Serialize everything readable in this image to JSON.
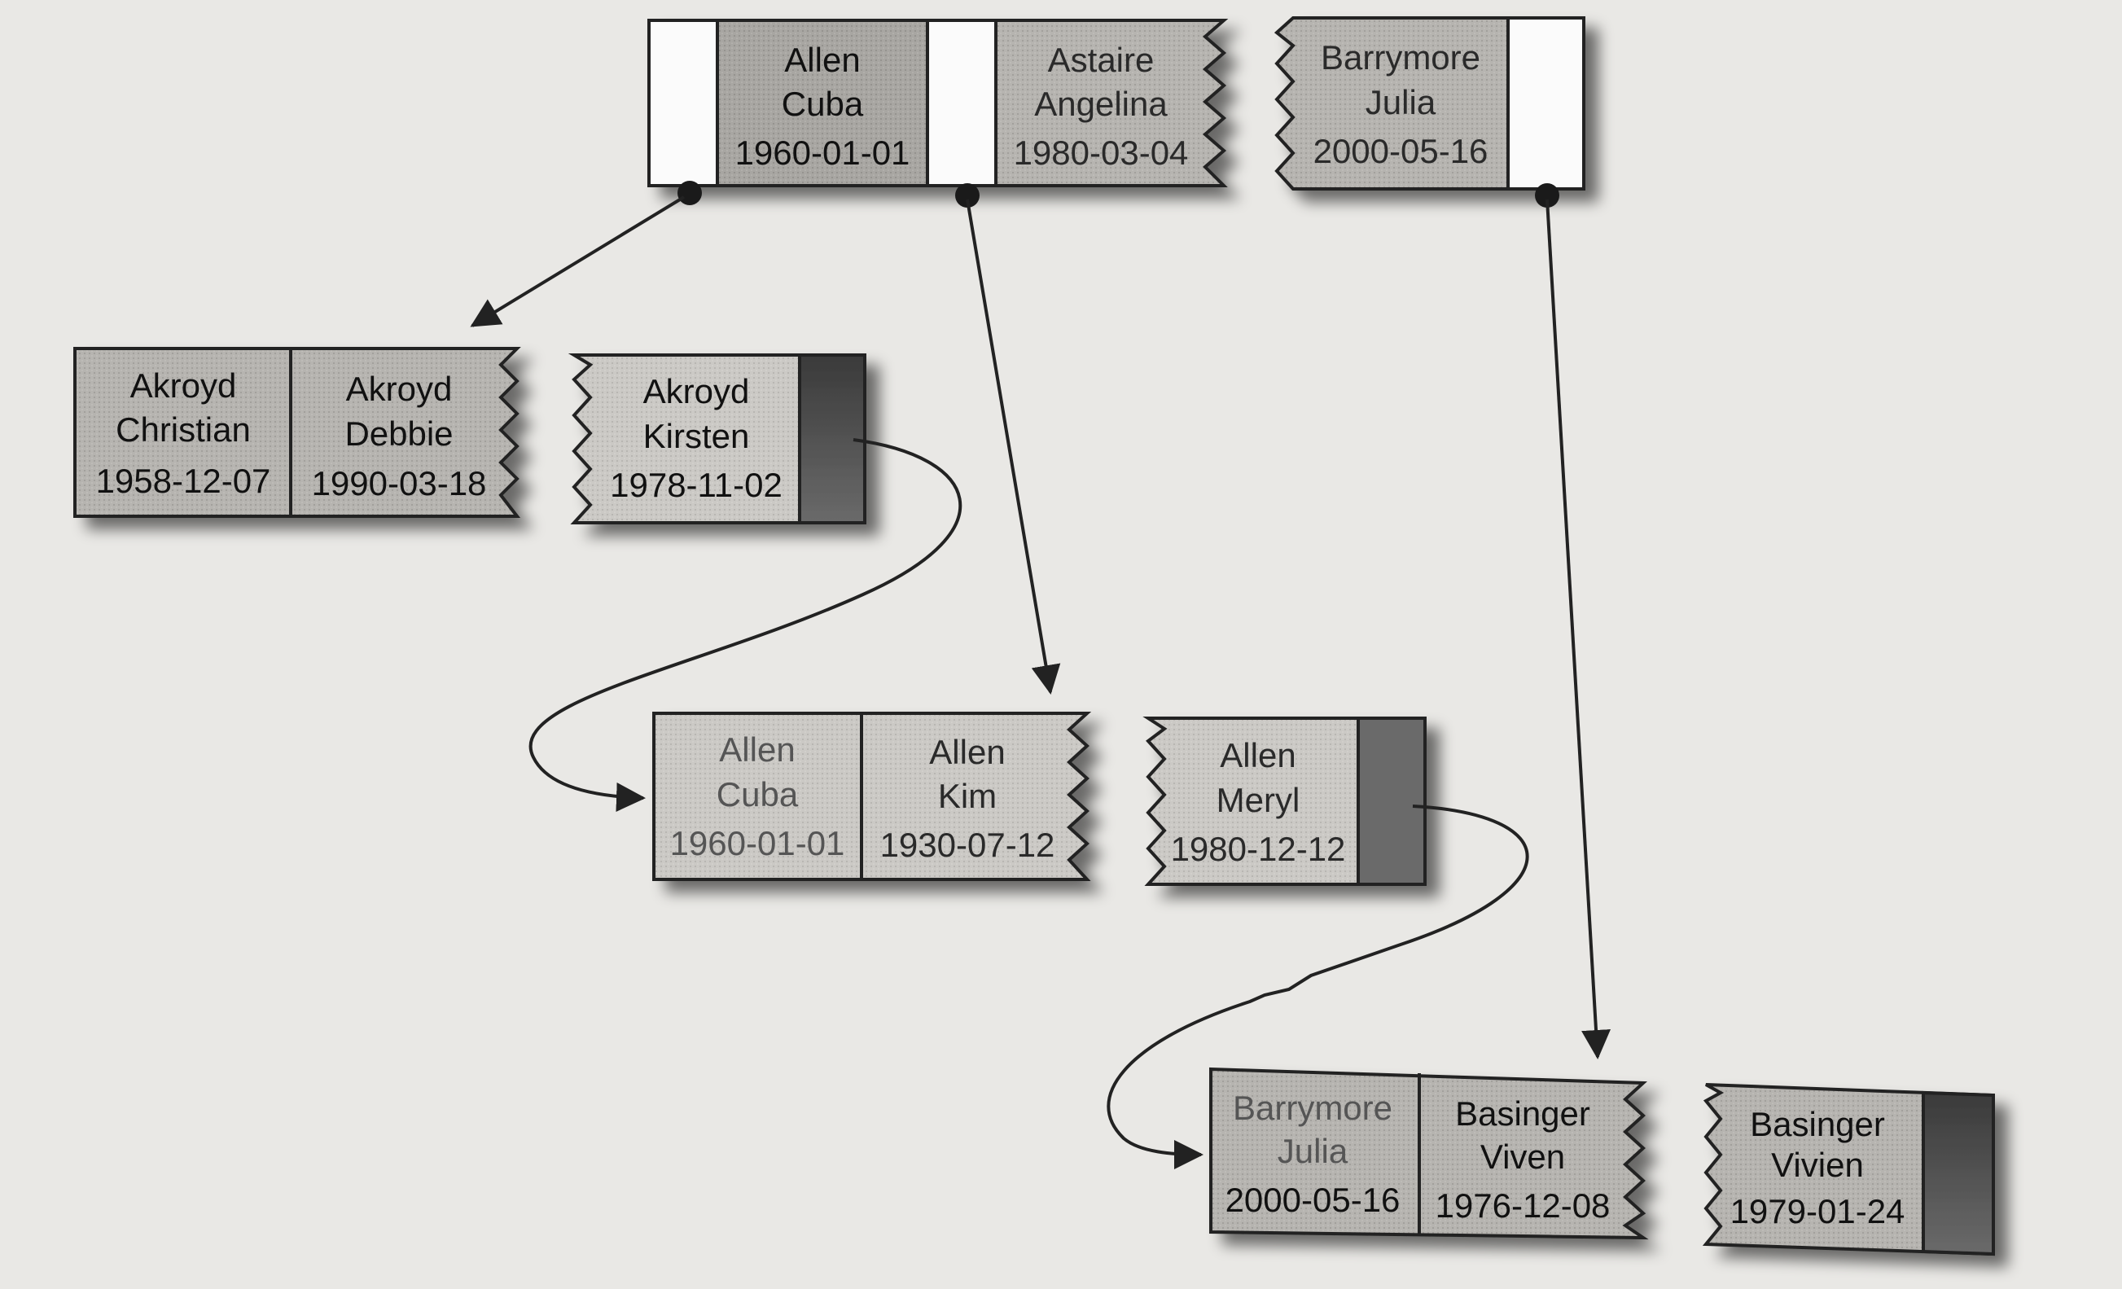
{
  "title": "",
  "colors": {
    "background": "#e9e8e5",
    "cell_dark": "#a9a7a3",
    "cell_light": "#c9c7c3",
    "cell_white": "#fbfbfb",
    "pointer_block": "#4a4a4a",
    "line": "#222222"
  },
  "nodes": {
    "root": {
      "entries": [
        {
          "last": "Allen",
          "first": "Cuba",
          "dob": "1960-01-01"
        },
        {
          "last": "Astaire",
          "first": "Angelina",
          "dob": "1980-03-04"
        },
        {
          "last": "Barrymore",
          "first": "Julia",
          "dob": "2000-05-16"
        }
      ]
    },
    "leaf1": {
      "entries": [
        {
          "last": "Akroyd",
          "first": "Christian",
          "dob": "1958-12-07"
        },
        {
          "last": "Akroyd",
          "first": "Debbie",
          "dob": "1990-03-18"
        },
        {
          "last": "Akroyd",
          "first": "Kirsten",
          "dob": "1978-11-02"
        }
      ]
    },
    "leaf2": {
      "entries": [
        {
          "last": "Allen",
          "first": "Cuba",
          "dob": "1960-01-01"
        },
        {
          "last": "Allen",
          "first": "Kim",
          "dob": "1930-07-12"
        },
        {
          "last": "Allen",
          "first": "Meryl",
          "dob": "1980-12-12"
        }
      ]
    },
    "leaf3": {
      "entries": [
        {
          "last": "Barrymore",
          "first": "Julia",
          "dob": "2000-05-16"
        },
        {
          "last": "Basinger",
          "first": "Viven",
          "dob": "1976-12-08"
        },
        {
          "last": "Basinger",
          "first": "Vivien",
          "dob": "1979-01-24"
        }
      ]
    }
  }
}
